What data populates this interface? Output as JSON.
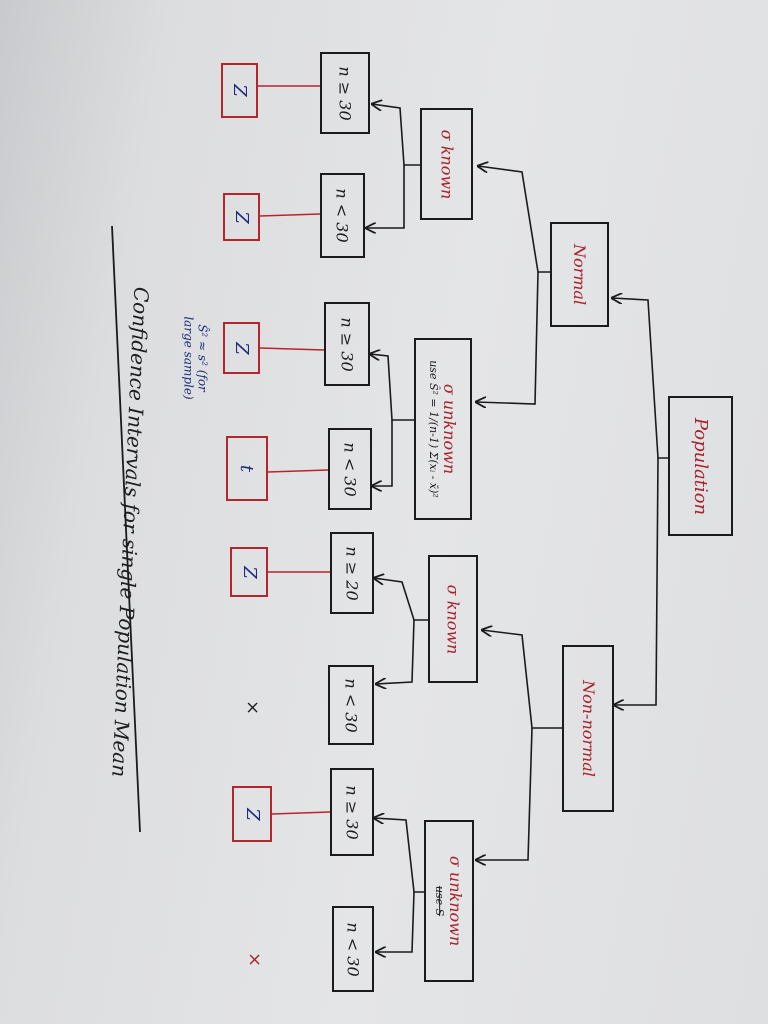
{
  "diagram": {
    "title": "Confidence Intervals for single Population Mean",
    "root": "Population",
    "level1": {
      "normal": "Normal",
      "non_normal": "Non-normal"
    },
    "sigma": {
      "known": "σ known",
      "unknown": "σ unknown",
      "unknown_formula_1": "use Ŝ² = 1/(n-1) Σ(xᵢ - x̄)²",
      "non_normal_known": "σ known",
      "non_normal_unknown": "σ unknown",
      "struck_note": "use S"
    },
    "sample_sizes": {
      "nk_ge": "n ≥ 30",
      "nk_lt": "n < 30",
      "nu_ge": "n ≥ 30",
      "nu_lt": "n < 30",
      "mk_ge": "n ≥ 20",
      "mk_lt": "n < 30",
      "mu_ge": "n ≥ 30",
      "mu_lt": "n < 30"
    },
    "results": {
      "r1": "Z",
      "r2": "Z",
      "r3": "Z",
      "r4": "t",
      "r5": "Z",
      "r6": "×",
      "r7": "Z",
      "r8": "×"
    },
    "note": {
      "line1": "Ŝ² ≈ s² (for",
      "line2": "large sample)"
    },
    "colors": {
      "ink": "#1d1d1d",
      "red": "#a8232c",
      "blue_note": "#1d2b7a"
    }
  }
}
